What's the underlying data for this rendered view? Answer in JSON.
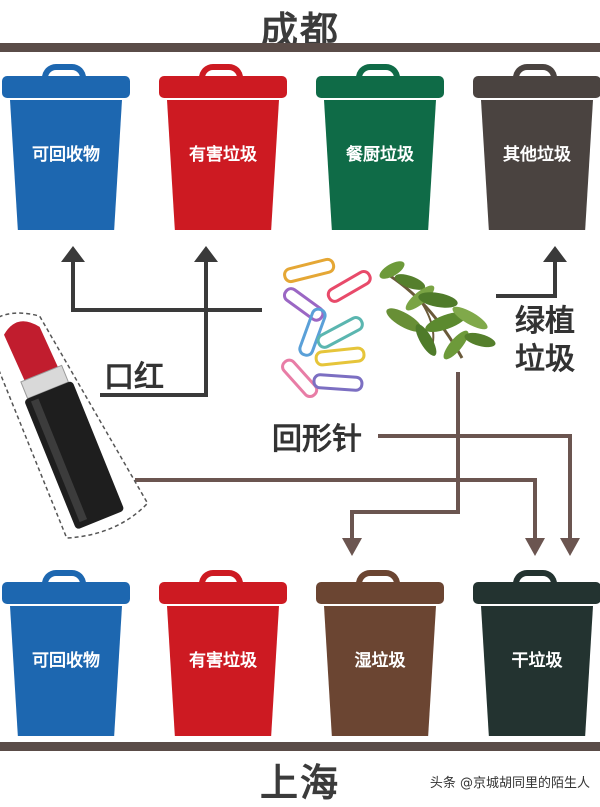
{
  "cities": {
    "top": "成都",
    "bottom": "上海"
  },
  "top_bins": [
    {
      "label": "可回收物",
      "color": "#1d67b0"
    },
    {
      "label": "有害垃圾",
      "color": "#cd1a22"
    },
    {
      "label": "餐厨垃圾",
      "color": "#0f6b47"
    },
    {
      "label": "其他垃圾",
      "color": "#4a4340"
    }
  ],
  "bottom_bins": [
    {
      "label": "可回收物",
      "color": "#1d67b0"
    },
    {
      "label": "有害垃圾",
      "color": "#cd1a22"
    },
    {
      "label": "湿垃圾",
      "color": "#6b4532"
    },
    {
      "label": "干垃圾",
      "color": "#233330"
    }
  ],
  "items": {
    "lipstick": "口红",
    "paperclip": "回形针",
    "plant": "绿植垃圾"
  },
  "plant_label_lines": [
    "绿植",
    "垃圾"
  ],
  "watermark": "头条 @京城胡同里的陌生人"
}
